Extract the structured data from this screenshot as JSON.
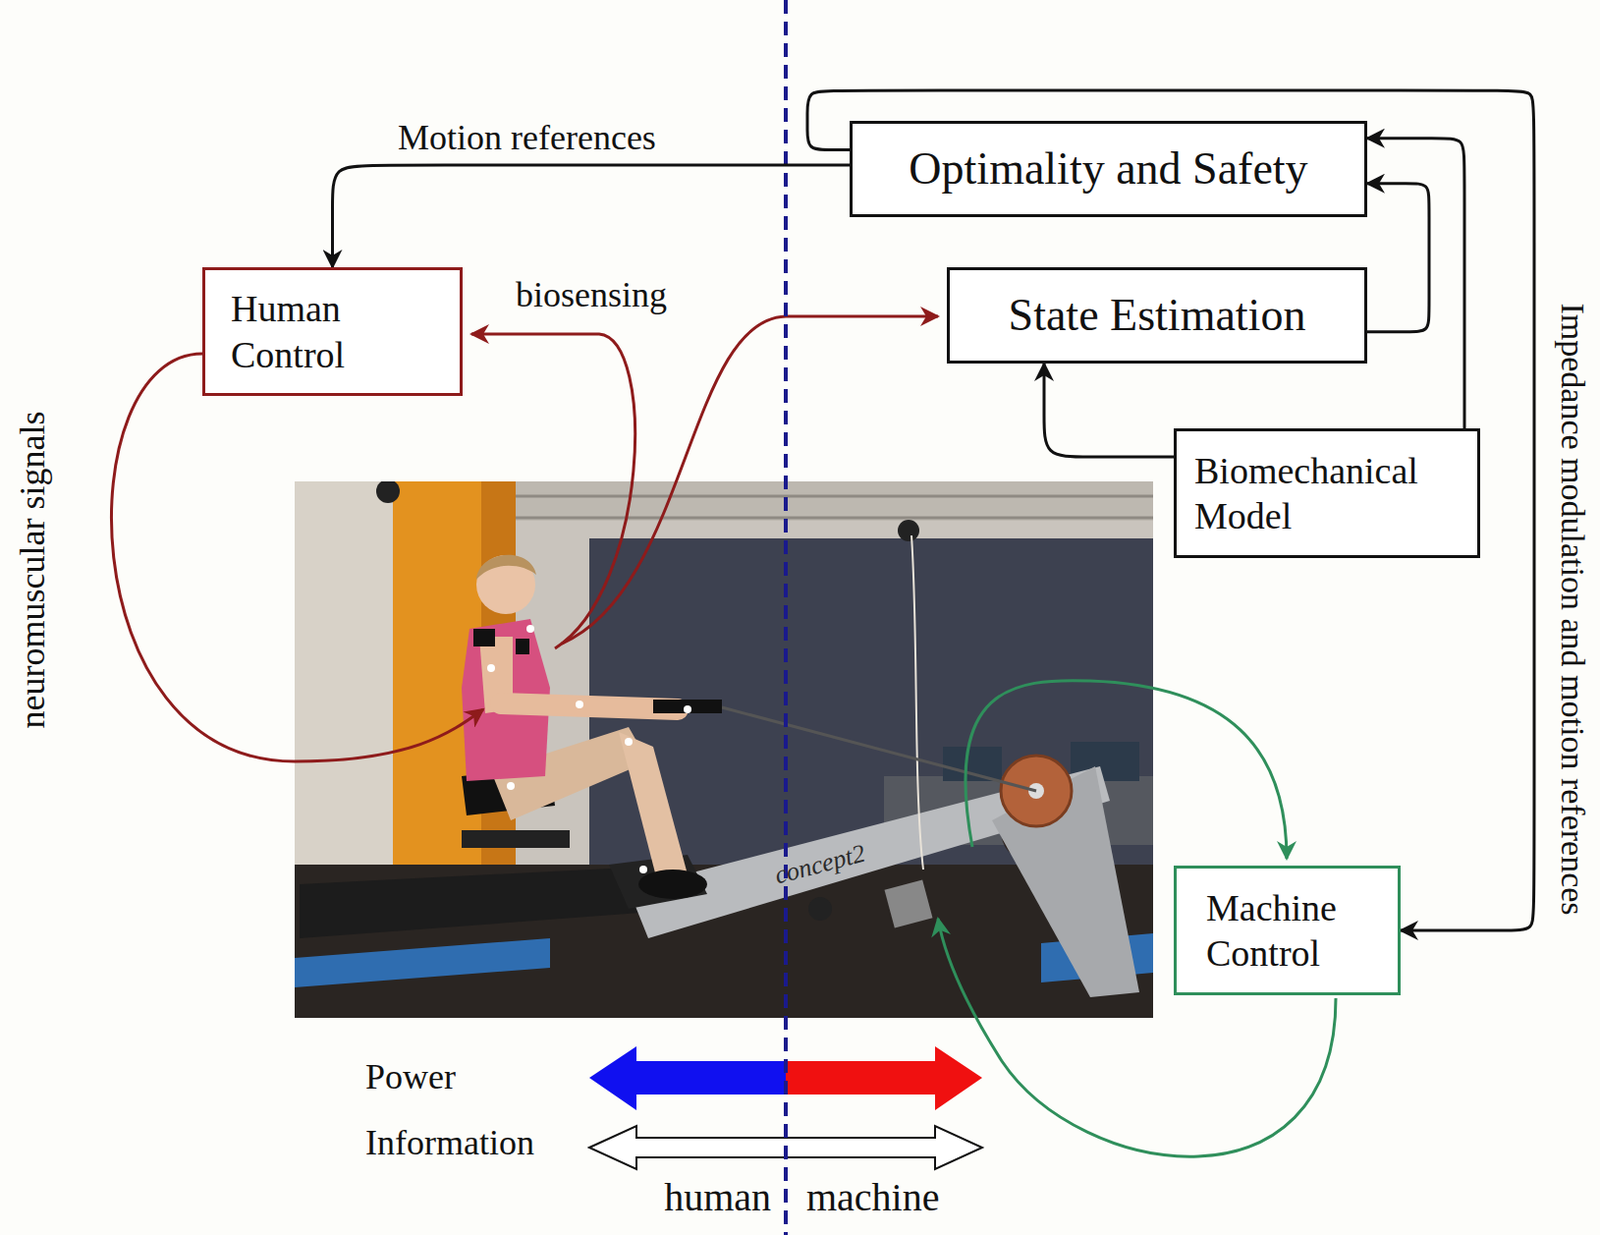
{
  "diagram": {
    "nodes": [
      {
        "text": [
          "Optimality and Safety"
        ]
      },
      {
        "text": [
          "Human Control"
        ]
      },
      {
        "text": [
          "State Estimation"
        ]
      },
      {
        "text": [
          "Biomechanical Model"
        ]
      },
      {
        "text": [
          "Machine Control"
        ]
      }
    ],
    "edges": [
      {
        "from": 0,
        "to": 1,
        "label": "Motion references",
        "arrow": "to"
      },
      {
        "from": 0,
        "to": 4,
        "label": "Impedance modulation and motion references",
        "arrow": "to"
      },
      {
        "from": 2,
        "to": 0,
        "arrow": "to"
      },
      {
        "from": 3,
        "to": 0,
        "arrow": "to"
      },
      {
        "from": 3,
        "to": 2,
        "arrow": "to"
      }
    ],
    "labels": [
      "biosensing",
      "neuromuscular signals",
      "concept2",
      "Power",
      "Information",
      "human",
      "machine"
    ]
  }
}
